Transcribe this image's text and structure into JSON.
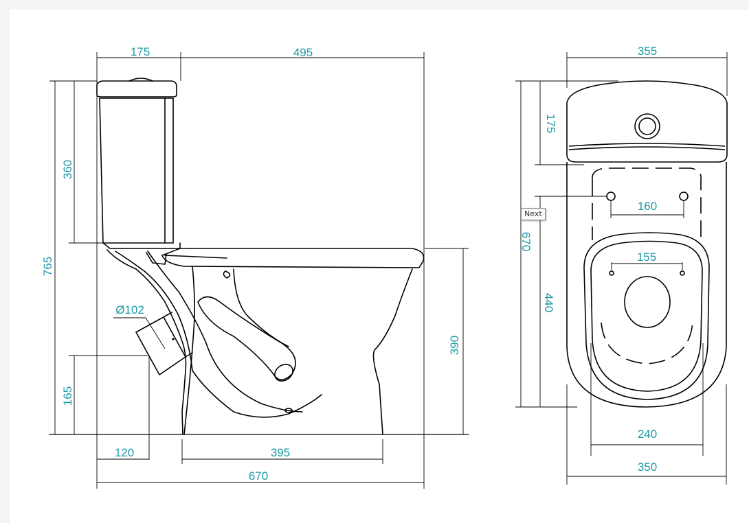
{
  "tooltip": {
    "label": "Next"
  },
  "side_view": {
    "dims": {
      "tank_depth": "175",
      "bowl_length_top": "495",
      "tank_height": "360",
      "overall_height": "765",
      "outlet_diameter": "Ø102",
      "outlet_height": "165",
      "outlet_offset": "120",
      "base_length": "395",
      "overall_length": "670",
      "seat_height": "390"
    }
  },
  "top_view": {
    "dims": {
      "overall_width": "355",
      "tank_depth": "175",
      "overall_length": "670",
      "bowl_length": "440",
      "bolt_spacing_rear": "160",
      "bolt_spacing_seat": "155",
      "base_width": "240",
      "bowl_width": "350"
    }
  },
  "colors": {
    "dimension": "#1a9aa6",
    "outline": "#000000",
    "background": "#ffffff"
  }
}
